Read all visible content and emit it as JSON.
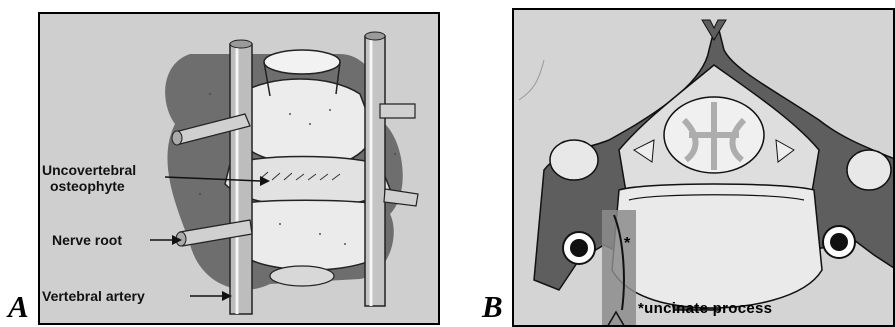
{
  "panels": {
    "a": {
      "letter": "A",
      "labels": {
        "uncovertebral_line1": "Uncovertebral",
        "uncovertebral_line2": "osteophyte",
        "nerve_root": "Nerve root",
        "vertebral_artery": "Vertebral artery"
      }
    },
    "b": {
      "letter": "B",
      "labels": {
        "uncinate_process": "*uncinate process",
        "asterisk": "*"
      }
    }
  },
  "colors": {
    "background": "#ffffff",
    "panel_gray": "#d4d4d4",
    "ink": "#111111",
    "bone": "#e8e8e8",
    "stipple": "#8a8a8a"
  }
}
